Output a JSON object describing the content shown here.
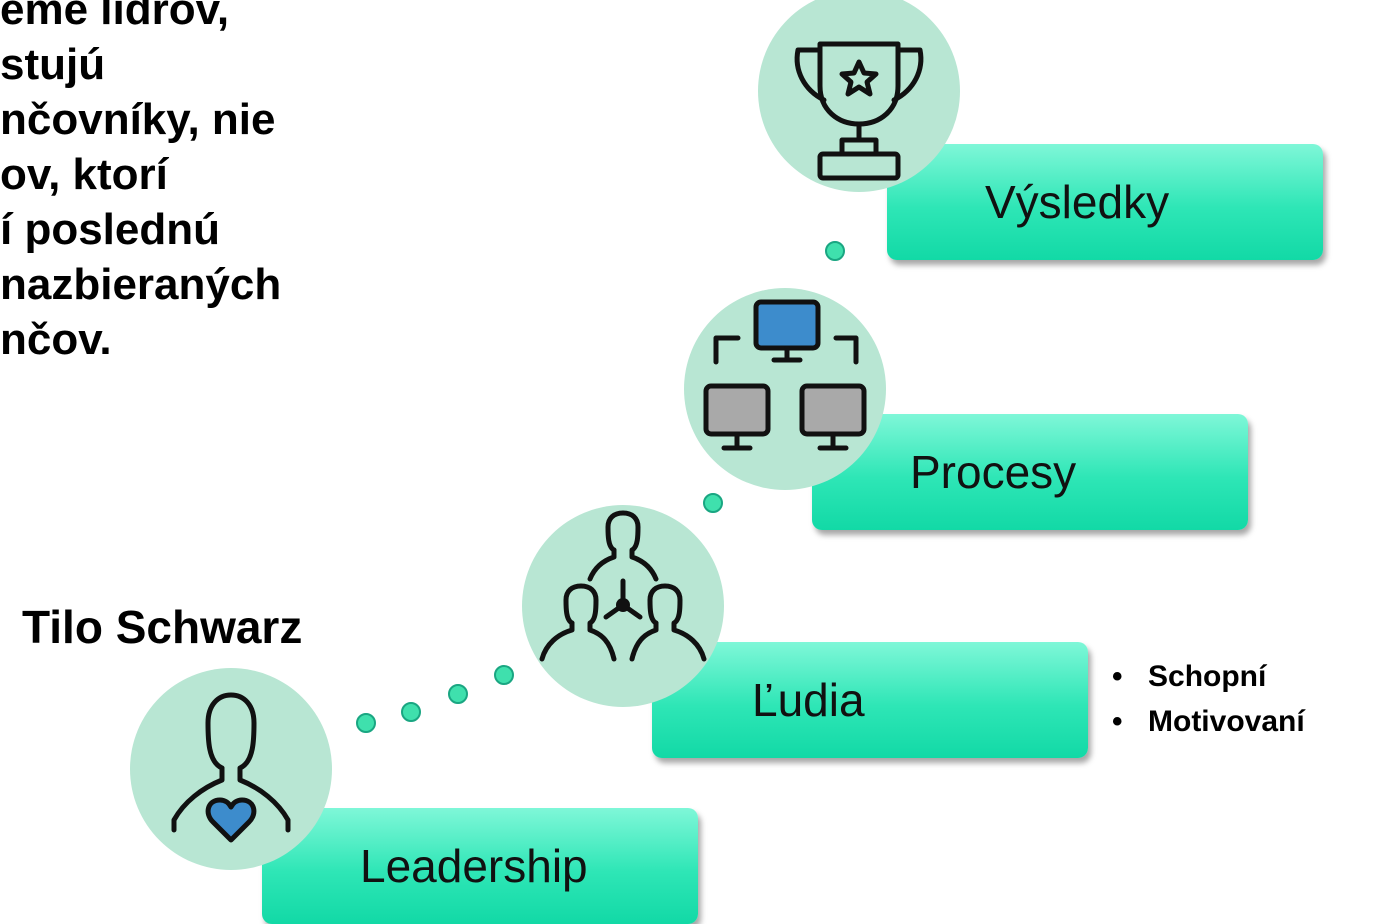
{
  "quote": {
    "lines": [
      "eme lídrov,",
      "stujú",
      "nčovníky, nie",
      "ov, ktorí",
      "í poslednú",
      "nazbieraných",
      "nčov."
    ]
  },
  "author": "Tilo Schwarz",
  "steps": {
    "leadership": "Leadership",
    "ludia": "Ľudia",
    "procesy": "Procesy",
    "vysledky": "Výsledky"
  },
  "bullets": [
    "Schopní",
    "Motivovaní"
  ],
  "icons": {
    "leadership": "person-heart-icon",
    "ludia": "team-network-icon",
    "procesy": "computer-network-icon",
    "vysledky": "trophy-icon"
  },
  "colors": {
    "step_fill": "#2ee6b6",
    "circle_fill": "#b8e6d3",
    "accent_blue": "#3d8ccc",
    "screen_gray": "#a9a9a9"
  }
}
